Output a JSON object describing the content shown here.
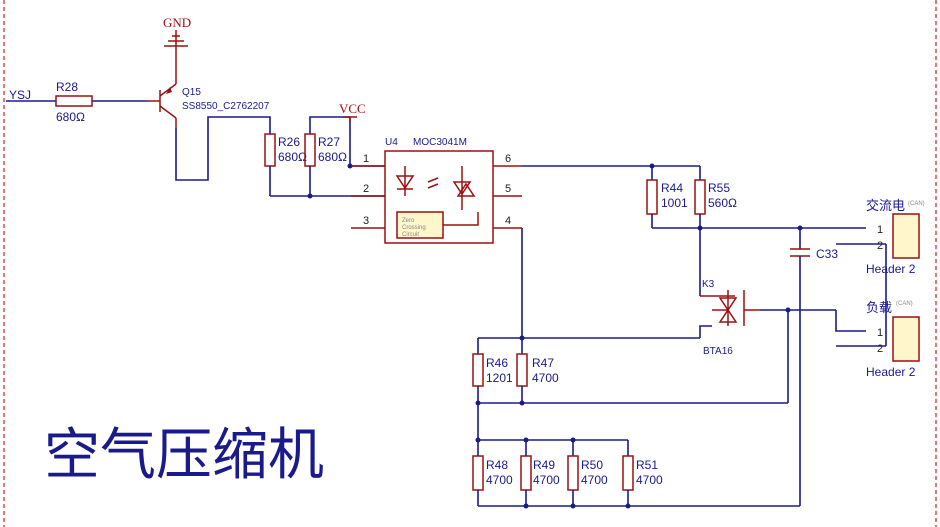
{
  "title": "空气压缩机",
  "nets": {
    "ysj": "YSJ",
    "gnd": "GND",
    "vcc": "VCC"
  },
  "transistor": {
    "ref": "Q15",
    "part": "SS8550_C2762207"
  },
  "optocoupler": {
    "ref": "U4",
    "part": "MOC3041M",
    "pins": [
      "1",
      "2",
      "3",
      "4",
      "5",
      "6"
    ],
    "zc_text": [
      "Zero",
      "Crossing",
      "Circuit"
    ]
  },
  "triac": {
    "ref": "K3",
    "part": "BTA16"
  },
  "capacitor": {
    "ref": "C33"
  },
  "resistors": [
    {
      "ref": "R28",
      "value": "680Ω"
    },
    {
      "ref": "R26",
      "value": "680Ω"
    },
    {
      "ref": "R27",
      "value": "680Ω"
    },
    {
      "ref": "R44",
      "value": "1001"
    },
    {
      "ref": "R55",
      "value": "560Ω"
    },
    {
      "ref": "R46",
      "value": "1201"
    },
    {
      "ref": "R47",
      "value": "4700"
    },
    {
      "ref": "R48",
      "value": "4700"
    },
    {
      "ref": "R49",
      "value": "4700"
    },
    {
      "ref": "R50",
      "value": "4700"
    },
    {
      "ref": "R51",
      "value": "4700"
    }
  ],
  "headers": [
    {
      "label": "交流电",
      "tag": "(CAN)",
      "name": "Header 2",
      "pins": [
        "1",
        "2"
      ]
    },
    {
      "label": "负载",
      "tag": "(CAN)",
      "name": "Header 2",
      "pins": [
        "1",
        "2"
      ]
    }
  ]
}
